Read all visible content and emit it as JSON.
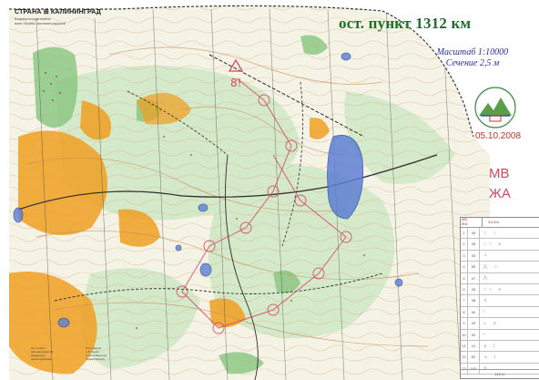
{
  "header": {
    "logo_text": "СТРАНА ⊞ КАЛИНИНГРАД",
    "logo_sub": "Коммерческая газета\nвсея страны калининградской"
  },
  "map": {
    "title": "ост. пункт 1312 км",
    "scale": "Масштаб 1:10000",
    "contour": "Сечение 2,5 м",
    "date": "05.10.2008",
    "class_code": [
      "МВ",
      "ЖА"
    ],
    "colors": {
      "title": "#1f6e2a",
      "scale": "#2a2ea0",
      "date": "#c8332b",
      "course": "#d24a62",
      "open_land": "#f0a020",
      "forest_green": "#7bc47a",
      "water": "#5e7fd4",
      "contour": "#c98a56"
    }
  },
  "control_card": {
    "header_class": "МВ\nЖА",
    "header_length": "3,6 km",
    "rows": [
      {
        "n": "1",
        "code": "45",
        "sym": "○ ∩"
      },
      {
        "n": "2",
        "code": "35",
        "sym": "○○ ≡"
      },
      {
        "n": "3",
        "code": "33",
        "sym": "⊥"
      },
      {
        "n": "4",
        "code": "55",
        "sym": "⋀ ∩"
      },
      {
        "n": "5",
        "code": "47",
        "sym": "⋀"
      },
      {
        "n": "6",
        "code": "35",
        "sym": "○○ ≡"
      },
      {
        "n": "7",
        "code": "38",
        "sym": "∨"
      },
      {
        "n": "8",
        "code": "40",
        "sym": "∕"
      },
      {
        "n": "9",
        "code": "49",
        "sym": "∘ ∨"
      },
      {
        "n": "10",
        "code": "50",
        "sym": "⌐"
      },
      {
        "n": "11",
        "code": "41",
        "sym": "∨ ⟨"
      },
      {
        "n": "12",
        "code": "52",
        "sym": "↘ ⟨"
      },
      {
        "n": "13",
        "code": "100",
        "sym": "∨"
      }
    ],
    "footer": "110 m"
  },
  "credits": {
    "left": "Лес и карта\nКалининградской\nфедерации\nориентирования",
    "right": "В.Н. Иванов\nА.В. Зенин\nСергей Фёдоров\nАндрей Шилов"
  },
  "badge_icon": "orienteering-club-emblem-icon"
}
